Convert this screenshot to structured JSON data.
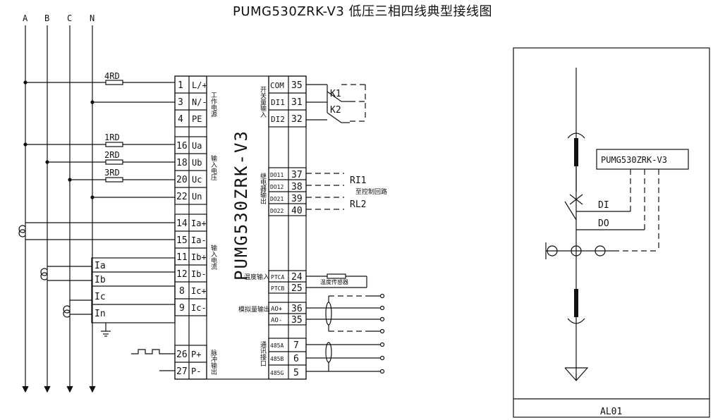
{
  "title": "PUMG530ZRK-V3 低压三相四线典型接线图",
  "phases": [
    "A",
    "B",
    "C",
    "N"
  ],
  "fuses": [
    "4RD",
    "1RD",
    "2RD",
    "3RD"
  ],
  "device_name": "PUMG530ZRK-V3",
  "left_terminals": [
    {
      "num": "1",
      "label": "L/+"
    },
    {
      "num": "3",
      "label": "N/-"
    },
    {
      "num": "4",
      "label": "PE"
    },
    {
      "num": "16",
      "label": "Ua"
    },
    {
      "num": "18",
      "label": "Ub"
    },
    {
      "num": "20",
      "label": "Uc"
    },
    {
      "num": "22",
      "label": "Un"
    },
    {
      "num": "14",
      "label": "Ia+"
    },
    {
      "num": "15",
      "label": "Ia-"
    },
    {
      "num": "11",
      "label": "Ib+"
    },
    {
      "num": "12",
      "label": "Ib-"
    },
    {
      "num": "8",
      "label": "Ic+"
    },
    {
      "num": "9",
      "label": "Ic-"
    },
    {
      "num": "26",
      "label": "P+"
    },
    {
      "num": "27",
      "label": "P-"
    }
  ],
  "right_terminals": [
    {
      "label": "COM",
      "num": "35"
    },
    {
      "label": "DI1",
      "num": "31"
    },
    {
      "label": "DI2",
      "num": "32"
    },
    {
      "label": "DO11",
      "num": "37"
    },
    {
      "label": "DO12",
      "num": "38"
    },
    {
      "label": "DO21",
      "num": "39"
    },
    {
      "label": "DO22",
      "num": "40"
    },
    {
      "label": "PTCA",
      "num": "24"
    },
    {
      "label": "PTCB",
      "num": "25"
    },
    {
      "label": "AO+",
      "num": "36"
    },
    {
      "label": "AO-",
      "num": "35"
    },
    {
      "label": "485A",
      "num": "7"
    },
    {
      "label": "485B",
      "num": "6"
    },
    {
      "label": "485G",
      "num": "5"
    }
  ],
  "group_labels": {
    "power": "工作电源",
    "voltage": "输入电压",
    "current": "输入电流",
    "pulse": "脉冲输出",
    "switch_input": "开关量输入",
    "relay": "继电器输出",
    "temp": "温度输入",
    "analog": "模拟量输出",
    "comm": "通讯接口"
  },
  "ct_labels": [
    "Ia",
    "Ib",
    "Ic",
    "In"
  ],
  "switch_labels": [
    "K1",
    "K2"
  ],
  "relay_labels": [
    "RI1",
    "RL2"
  ],
  "control_loop": "至控制回路",
  "temp_sensor": "温度传感器",
  "schematic": {
    "device_box": "PUMG530ZRK-V3",
    "di": "DI",
    "do": "DO",
    "footer": "AL01"
  }
}
